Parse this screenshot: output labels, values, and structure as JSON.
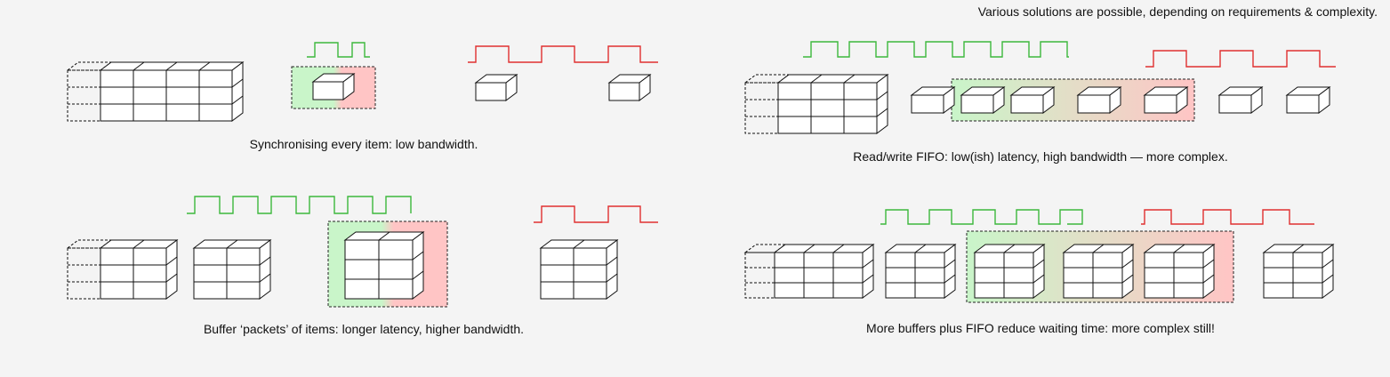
{
  "header": {
    "note": "Various solutions are possible, depending on requirements & complexity."
  },
  "panels": [
    {
      "id": "sync",
      "caption": "Synchronising every item: low bandwidth."
    },
    {
      "id": "fifo",
      "caption": "Read/write FIFO: low(ish) latency, high bandwidth — more complex."
    },
    {
      "id": "buffer",
      "caption": "Buffer ‘packets’ of items: longer latency, higher bandwidth."
    },
    {
      "id": "multi",
      "caption": "More buffers plus FIFO reduce waiting time: more complex still!"
    }
  ],
  "colors": {
    "write_clock": "#3cb83c",
    "read_clock": "#e03030",
    "region_start": "#c9f5c9",
    "region_end": "#ffc5c5",
    "outline": "#111111",
    "background": "#f4f4f4"
  },
  "icons": [
    "clock-waveform",
    "item-cube",
    "item-stack",
    "fifo-region"
  ]
}
